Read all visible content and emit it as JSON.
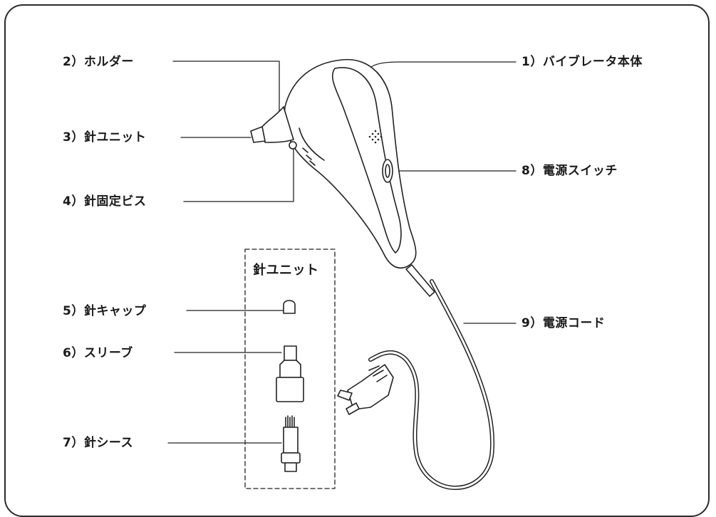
{
  "labels": {
    "main_body": "1）バイブレータ本体",
    "holder": "2）ホルダー",
    "needle_unit": "3）針ユニット",
    "needle_screw": "4）針固定ビス",
    "needle_cap": "5）針キャップ",
    "sleeve": "6）スリーブ",
    "needle_sheath": "7）針シース",
    "power_switch": "8）電源スイッチ",
    "power_cord": "9）電源コード"
  },
  "inset_title": "針ユニット"
}
